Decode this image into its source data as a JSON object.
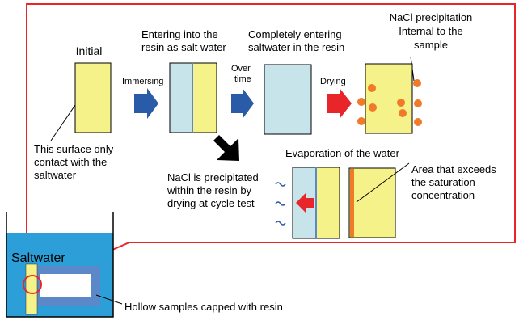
{
  "labels": {
    "initial": "Initial",
    "entering_line1": "Entering into the",
    "entering_line2": "resin as salt water",
    "complete_line1": "Completely entering",
    "complete_line2": "saltwater in the resin",
    "nacl_line1": "NaCl precipitation",
    "nacl_line2": "Internal to the",
    "nacl_line3": "sample",
    "immersing": "Immersing",
    "over_line1": "Over",
    "over_line2": "time",
    "drying": "Drying",
    "surface_line1": "This surface only",
    "surface_line2": "contact with the",
    "surface_line3": "saltwater",
    "precip_line1": "NaCl is precipitated",
    "precip_line2": "within the resin by",
    "precip_line3": "drying at cycle test",
    "evaporation": "Evaporation of the water",
    "area_line1": "Area that exceeds",
    "area_line2": "the saturation",
    "area_line3": "concentration",
    "saltwater": "Saltwater",
    "hollow": "Hollow samples capped with resin"
  },
  "colors": {
    "frame_red": "#e8262a",
    "resin_yellow": "#f5f28a",
    "saltwater_blue": "#c6e4ea",
    "tank_blue": "#2c9fd8",
    "sample_blue": "#5a88c8",
    "arrow_blue": "#2a5ba8",
    "arrow_red": "#e8262a",
    "salt_orange": "#f07a28",
    "black": "#000000"
  },
  "icons": {
    "wave": "tilde-wave-icon"
  }
}
